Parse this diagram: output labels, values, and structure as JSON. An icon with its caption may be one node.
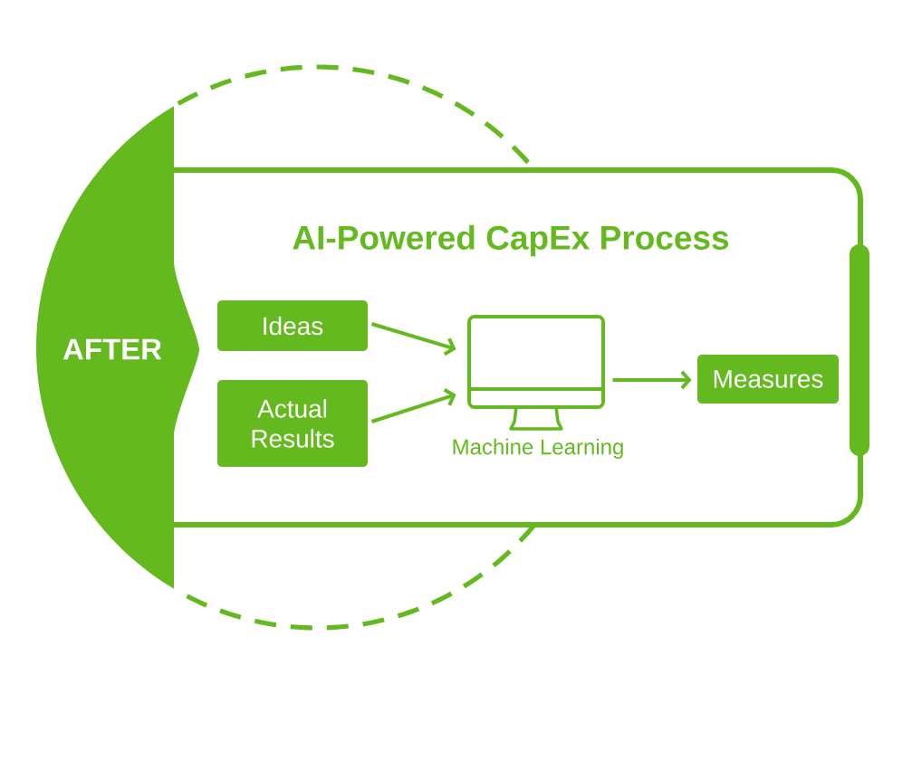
{
  "diagram": {
    "nodes": [
      {
        "text": [
          "AFTER"
        ]
      },
      {
        "text": [
          "AI-Powered CapEx Process"
        ]
      },
      {
        "text": [
          "Ideas"
        ],
        "in": 1
      },
      {
        "text": [
          "Actual Results"
        ],
        "in": 1
      },
      {
        "text": [],
        "shape": "picture",
        "beside": [
          "Machine Learning"
        ],
        "in": 1
      },
      {
        "text": [
          "Measures"
        ],
        "in": 1
      }
    ],
    "edges": [
      {
        "from": 2,
        "to": 4,
        "arrow": "to"
      },
      {
        "from": 3,
        "to": 4,
        "arrow": "to"
      },
      {
        "from": 4,
        "to": 5,
        "arrow": "to"
      }
    ]
  }
}
